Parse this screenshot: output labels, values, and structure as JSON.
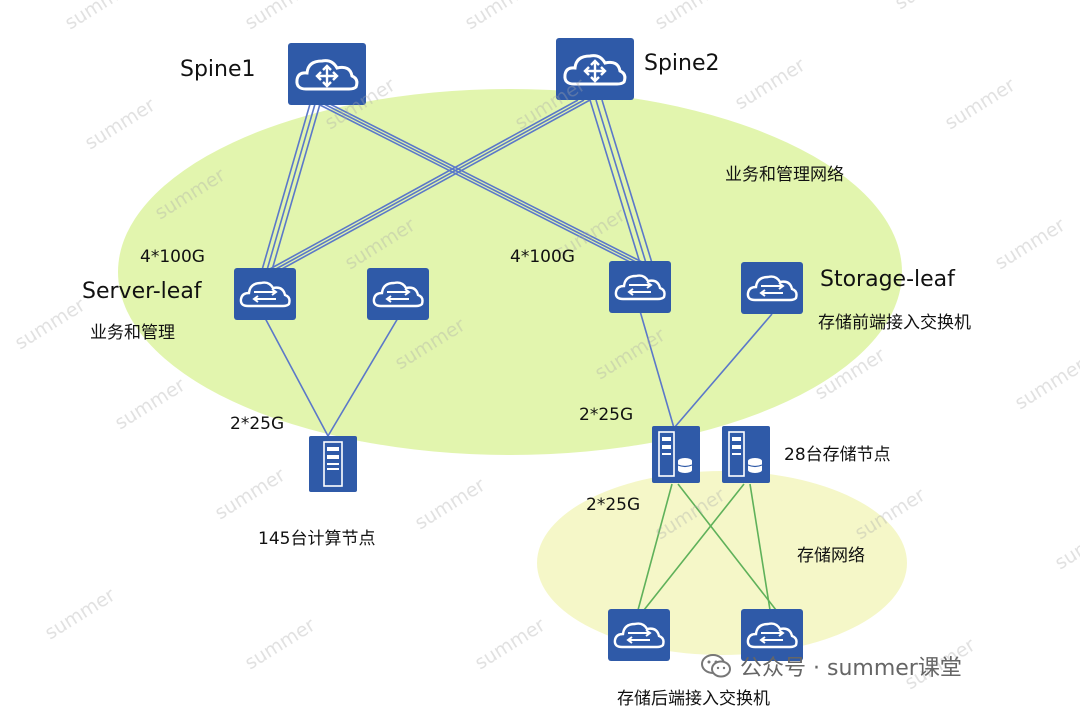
{
  "labels": {
    "spine1": "Spine1",
    "spine2": "Spine2",
    "biz_mgmt_network": "业务和管理网络",
    "left_uplink": "4*100G",
    "right_uplink": "4*100G",
    "server_leaf": "Server-leaf",
    "server_leaf_desc": "业务和管理",
    "storage_leaf": "Storage-leaf",
    "storage_leaf_desc": "存储前端接入交换机",
    "compute_link": "2*25G",
    "storage_front_link": "2*25G",
    "storage_back_link": "2*25G",
    "compute_nodes": "145台计算节点",
    "storage_nodes": "28台存储节点",
    "storage_network": "存储网络",
    "backend_switch": "存储后端接入交换机"
  },
  "watermark": {
    "repeat_text": "summer",
    "account": "公众号 · summer课堂"
  },
  "colors": {
    "device_fill": "#2f5aa8",
    "blue_link": "#5b78c9",
    "green_link": "#5fb15a",
    "biz_zone": "#e2f5ae",
    "storage_zone": "#f5f7c8"
  }
}
